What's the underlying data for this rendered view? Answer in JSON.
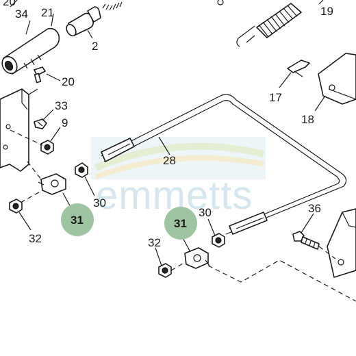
{
  "watermark": {
    "text": "emmetts"
  },
  "callouts": {
    "p20_top": "20",
    "p34": "34",
    "p21": "21",
    "p2": "2",
    "p19": "19",
    "p20": "20",
    "p17": "17",
    "p33": "33",
    "p9": "9",
    "p18": "18",
    "p28": "28",
    "p30_left": "30",
    "p31_left": "31",
    "p32_left": "32",
    "p30_right": "30",
    "p36": "36",
    "p31_right": "31",
    "p32_right": "32"
  },
  "colors": {
    "badge_fill": "#9fc4a2",
    "line": "#1a1a1a",
    "watermark": "#d6e6ef"
  }
}
